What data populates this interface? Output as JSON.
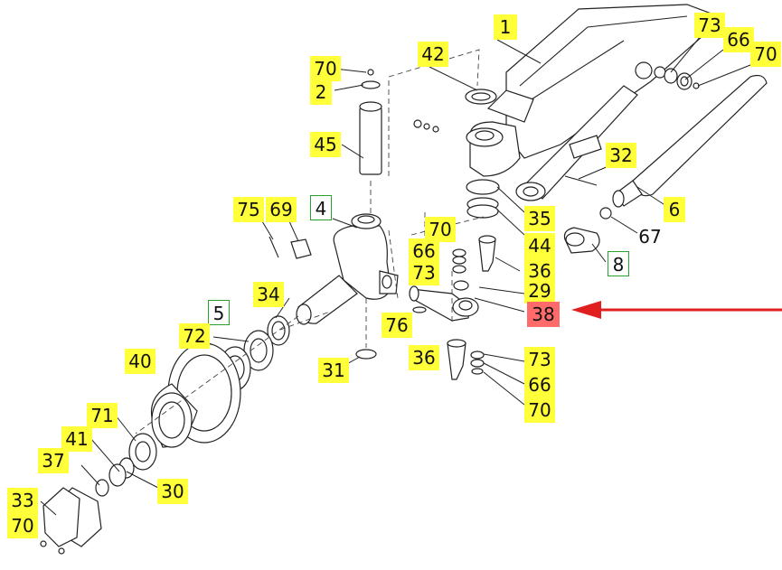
{
  "diagram": {
    "labels": [
      {
        "id": "l1",
        "text": "1",
        "style": "yellow"
      },
      {
        "id": "l73a",
        "text": "73",
        "style": "yellow"
      },
      {
        "id": "l66a",
        "text": "66",
        "style": "yellow"
      },
      {
        "id": "l70a",
        "text": "70",
        "style": "yellow"
      },
      {
        "id": "l70b",
        "text": "70",
        "style": "yellow"
      },
      {
        "id": "l2",
        "text": "2",
        "style": "yellow"
      },
      {
        "id": "l42",
        "text": "42",
        "style": "yellow"
      },
      {
        "id": "l45",
        "text": "45",
        "style": "yellow"
      },
      {
        "id": "l32",
        "text": "32",
        "style": "yellow"
      },
      {
        "id": "l4",
        "text": "4",
        "style": "boxed"
      },
      {
        "id": "l75",
        "text": "75",
        "style": "yellow"
      },
      {
        "id": "l69",
        "text": "69",
        "style": "yellow"
      },
      {
        "id": "l35",
        "text": "35",
        "style": "yellow"
      },
      {
        "id": "l6",
        "text": "6",
        "style": "yellow"
      },
      {
        "id": "l67",
        "text": "67",
        "style": "plain"
      },
      {
        "id": "l70c",
        "text": "70",
        "style": "yellow"
      },
      {
        "id": "l66b",
        "text": "66",
        "style": "yellow"
      },
      {
        "id": "l44",
        "text": "44",
        "style": "yellow"
      },
      {
        "id": "l8",
        "text": "8",
        "style": "boxed"
      },
      {
        "id": "l73b",
        "text": "73",
        "style": "yellow"
      },
      {
        "id": "l36a",
        "text": "36",
        "style": "yellow"
      },
      {
        "id": "l34",
        "text": "34",
        "style": "yellow"
      },
      {
        "id": "l29",
        "text": "29",
        "style": "yellow"
      },
      {
        "id": "l5",
        "text": "5",
        "style": "boxed"
      },
      {
        "id": "l38",
        "text": "38",
        "style": "red"
      },
      {
        "id": "l72",
        "text": "72",
        "style": "yellow"
      },
      {
        "id": "l76",
        "text": "76",
        "style": "yellow"
      },
      {
        "id": "l40",
        "text": "40",
        "style": "yellow"
      },
      {
        "id": "l36b",
        "text": "36",
        "style": "yellow"
      },
      {
        "id": "l73c",
        "text": "73",
        "style": "yellow"
      },
      {
        "id": "l31",
        "text": "31",
        "style": "yellow"
      },
      {
        "id": "l66c",
        "text": "66",
        "style": "yellow"
      },
      {
        "id": "l70d",
        "text": "70",
        "style": "yellow"
      },
      {
        "id": "l71",
        "text": "71",
        "style": "yellow"
      },
      {
        "id": "l41",
        "text": "41",
        "style": "yellow"
      },
      {
        "id": "l37",
        "text": "37",
        "style": "yellow"
      },
      {
        "id": "l30",
        "text": "30",
        "style": "yellow"
      },
      {
        "id": "l33",
        "text": "33",
        "style": "yellow"
      },
      {
        "id": "l70e",
        "text": "70",
        "style": "yellow"
      }
    ],
    "arrow_color": "#e02020",
    "highlight_color": "#ff6a6a",
    "label_color": "#ffff3a",
    "box_color": "#2aa12a"
  }
}
